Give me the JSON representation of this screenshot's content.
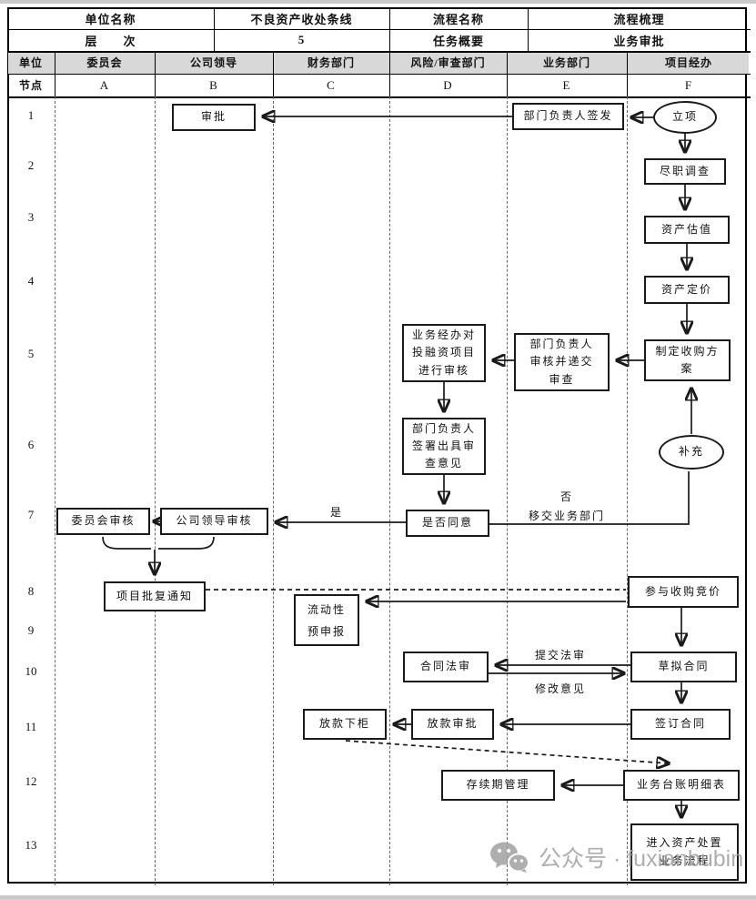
{
  "meta": {
    "unit_name_label": "单位名称",
    "unit_name_value": "不良资产收处条线",
    "process_name_label": "流程名称",
    "process_name_value": "流程梳理",
    "level_label": "层　　次",
    "level_value": "5",
    "task_label": "任务概要",
    "task_value": "业务审批"
  },
  "lanes": {
    "unit_label": "单位",
    "node_label": "节点",
    "columns": [
      {
        "name": "委员会",
        "node": "A"
      },
      {
        "name": "公司领导",
        "node": "B"
      },
      {
        "name": "财务部门",
        "node": "C"
      },
      {
        "name": "风险/审查部门",
        "node": "D"
      },
      {
        "name": "业务部门",
        "node": "E"
      },
      {
        "name": "项目经办",
        "node": "F"
      }
    ]
  },
  "row_numbers": [
    "1",
    "2",
    "3",
    "4",
    "5",
    "6",
    "7",
    "8",
    "9",
    "10",
    "11",
    "12",
    "13"
  ],
  "nodes": {
    "approve": "审批",
    "sign_issue": "部门负责人签发",
    "start": "立项",
    "due_diligence": "尽职调查",
    "valuation": "资产估值",
    "pricing": "资产定价",
    "plan": "制定收购方案",
    "dept_review_submit": "部门负责人审核并递交审查",
    "biz_review": "业务经办对投融资项目进行审核",
    "sign_opinion": "部门负责人签署出具审查意见",
    "supplement": "补充",
    "agree": "是否同意",
    "leader_review": "公司领导审核",
    "committee_review": "委员会审核",
    "approval_notice": "项目批复通知",
    "bidding": "参与收购竞价",
    "liquidity": "流动性预申报",
    "contract_law_review": "合同法审",
    "draft_contract": "草拟合同",
    "disbursement": "放款下柜",
    "loan_approval": "放款审批",
    "sign_contract": "签订合同",
    "duration_mgmt": "存续期管理",
    "ledger": "业务台账明细表",
    "disposal": "进入资产处置业务流程"
  },
  "edge_labels": {
    "yes": "是",
    "no": "否",
    "no_transfer": "移交业务部门",
    "submit_legal": "提交法审",
    "revision_comments": "修改意见"
  },
  "watermark": {
    "text": "公众号 · fuxianbubin"
  }
}
